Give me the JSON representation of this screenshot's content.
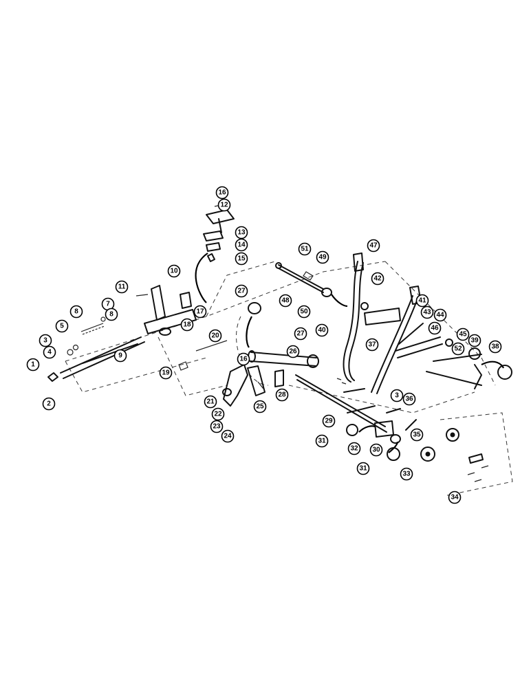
{
  "callouts": [
    {
      "num": "1"
    },
    {
      "num": "2"
    },
    {
      "num": "3"
    },
    {
      "num": "4"
    },
    {
      "num": "5"
    },
    {
      "num": "7"
    },
    {
      "num": "8"
    },
    {
      "num": "8"
    },
    {
      "num": "9"
    },
    {
      "num": "10"
    },
    {
      "num": "11"
    },
    {
      "num": "12"
    },
    {
      "num": "13"
    },
    {
      "num": "14"
    },
    {
      "num": "15"
    },
    {
      "num": "16"
    },
    {
      "num": "16"
    },
    {
      "num": "17"
    },
    {
      "num": "18"
    },
    {
      "num": "19"
    },
    {
      "num": "20"
    },
    {
      "num": "21"
    },
    {
      "num": "22"
    },
    {
      "num": "23"
    },
    {
      "num": "24"
    },
    {
      "num": "25"
    },
    {
      "num": "26"
    },
    {
      "num": "27"
    },
    {
      "num": "27"
    },
    {
      "num": "28"
    },
    {
      "num": "29"
    },
    {
      "num": "30"
    },
    {
      "num": "31"
    },
    {
      "num": "31"
    },
    {
      "num": "32"
    },
    {
      "num": "33"
    },
    {
      "num": "34"
    },
    {
      "num": "35"
    },
    {
      "num": "3"
    },
    {
      "num": "36"
    },
    {
      "num": "37"
    },
    {
      "num": "38"
    },
    {
      "num": "39"
    },
    {
      "num": "40"
    },
    {
      "num": "41"
    },
    {
      "num": "42"
    },
    {
      "num": "43"
    },
    {
      "num": "44"
    },
    {
      "num": "45"
    },
    {
      "num": "46"
    },
    {
      "num": "47"
    },
    {
      "num": "48"
    },
    {
      "num": "49"
    },
    {
      "num": "50"
    },
    {
      "num": "51"
    },
    {
      "num": "52"
    }
  ]
}
